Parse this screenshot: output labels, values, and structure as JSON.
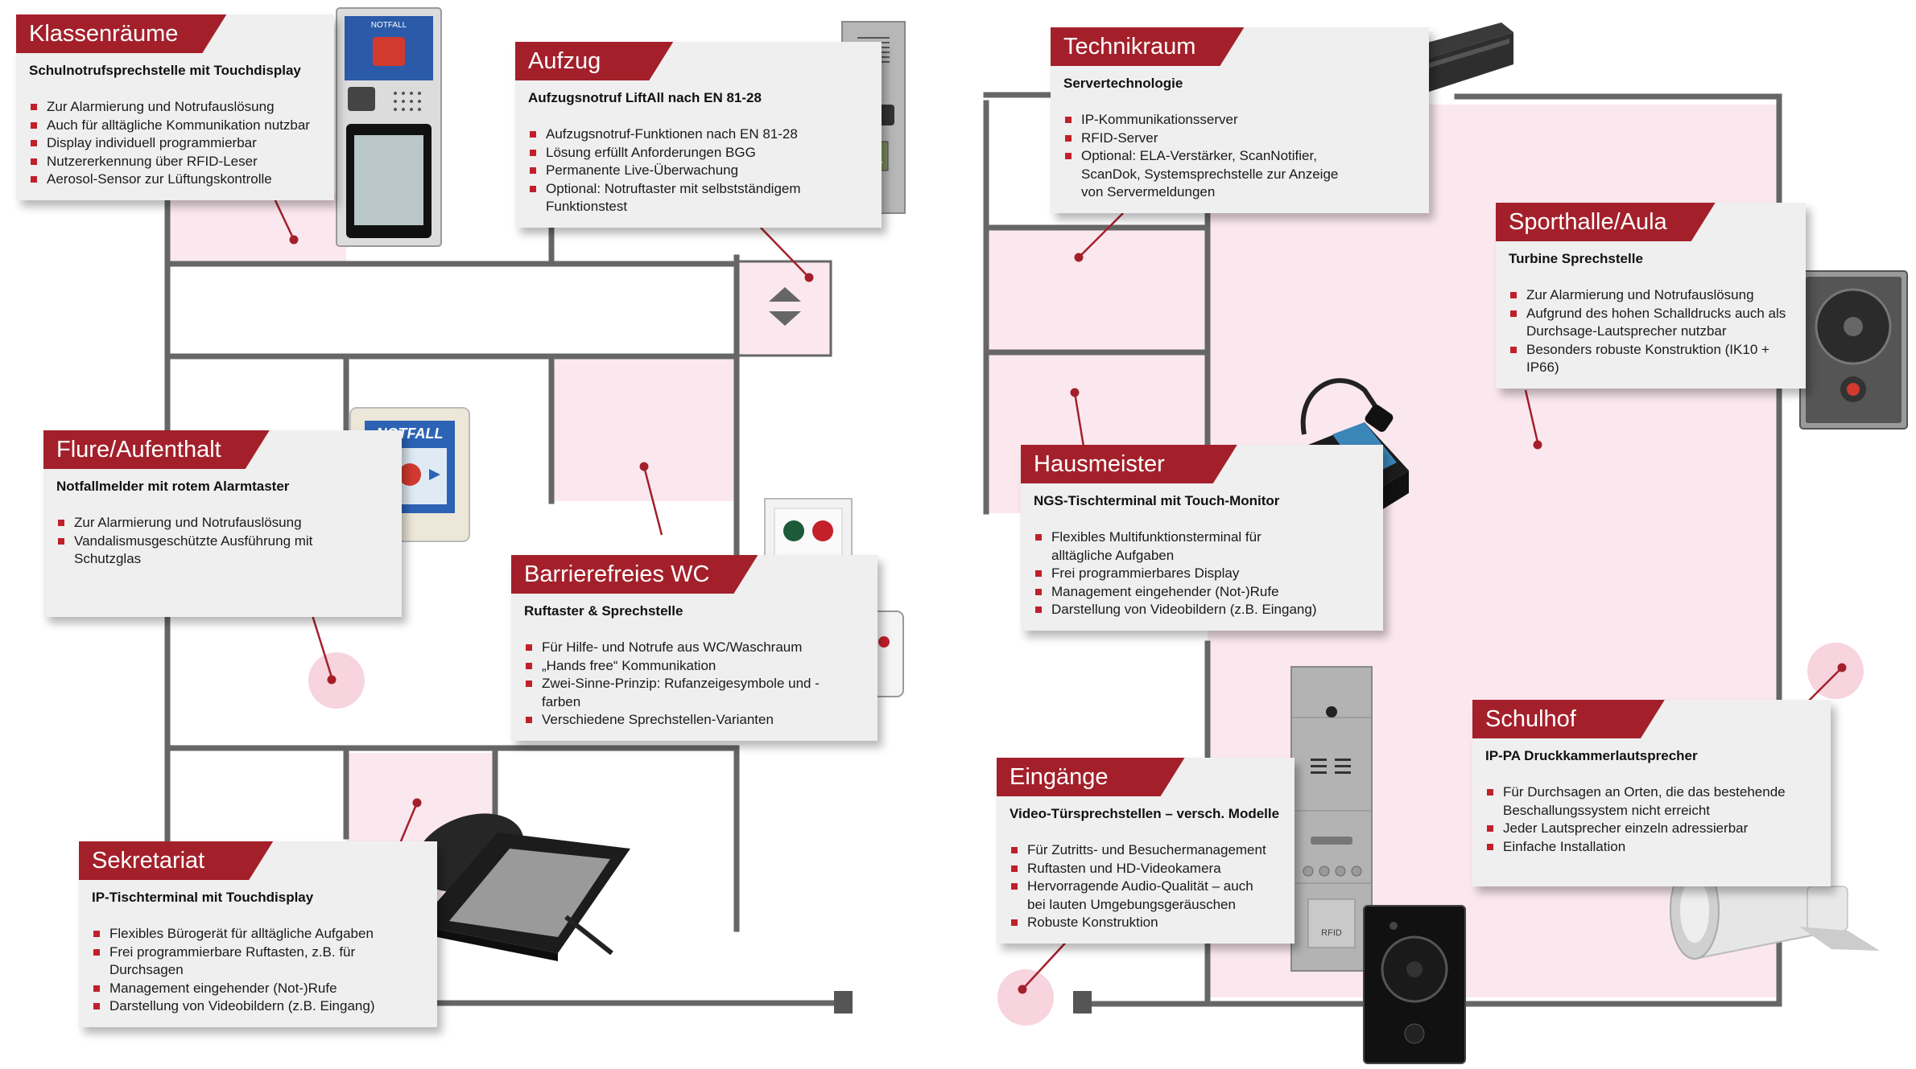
{
  "colors": {
    "accent": "#a3202b",
    "room_fill": "#fbe8ee",
    "wall": "#666666",
    "card_bg": "#efefef"
  },
  "cards": {
    "klassen": {
      "title": "Klassenräume",
      "subtitle": "Schulnotrufsprechstelle mit Touchdisplay",
      "items": [
        "Zur Alarmierung und Notrufauslösung",
        "Auch für alltägliche Kommunikation nutzbar",
        "Display individuell programmierbar",
        "Nutzererkennung über RFID-Leser",
        "Aerosol-Sensor zur Lüftungskontrolle"
      ]
    },
    "aufzug": {
      "title": "Aufzug",
      "subtitle": "Aufzugsnotruf LiftAll nach EN 81-28",
      "items": [
        "Aufzugsnotruf-Funktionen nach EN 81-28",
        "Lösung erfüllt Anforderungen BGG",
        "Permanente Live-Überwachung",
        "Optional: Notruftaster mit selbstständigem Funktionstest"
      ]
    },
    "technik": {
      "title": "Technikraum",
      "subtitle": "Servertechnologie",
      "items": [
        "IP-Kommunikationsserver",
        "RFID-Server",
        "Optional: ELA-Verstärker, ScanNotifier, ScanDok, Systemsprechstelle zur Anzeige von Servermeldungen"
      ]
    },
    "sport": {
      "title": "Sporthalle/Aula",
      "subtitle": "Turbine Sprechstelle",
      "items": [
        "Zur Alarmierung und Notrufauslösung",
        "Aufgrund des hohen Schalldrucks auch als Durchsage-Lautsprecher nutzbar",
        "Besonders robuste Konstruktion (IK10 + IP66)"
      ]
    },
    "flure": {
      "title": "Flure/Aufenthalt",
      "subtitle": "Notfallmelder mit rotem Alarmtaster",
      "items": [
        "Zur Alarmierung und Notrufauslösung",
        "Vandalismusgeschützte Ausführung mit Schutzglas"
      ]
    },
    "wc": {
      "title": "Barrierefreies WC",
      "subtitle": "Ruftaster & Sprechstelle",
      "items": [
        "Für Hilfe- und Notrufe aus WC/Waschraum",
        "„Hands free“ Kommunikation",
        "Zwei-Sinne-Prinzip: Rufanzeigesymbole und -farben",
        "Verschiedene Sprechstellen-Varianten"
      ]
    },
    "haus": {
      "title": "Hausmeister",
      "subtitle": "NGS-Tischterminal mit Touch-Monitor",
      "items": [
        "Flexibles Multifunktionsterminal für alltägliche Aufgaben",
        "Frei programmierbares Display",
        "Management eingehender (Not-)Rufe",
        "Darstellung von Videobildern (z.B. Eingang)"
      ]
    },
    "schulhof": {
      "title": "Schulhof",
      "subtitle": "IP-PA Druckkammerlautsprecher",
      "items": [
        "Für Durchsagen an Orten, die das bestehende Beschallungssystem nicht erreicht",
        "Jeder Lautsprecher einzeln adressierbar",
        "Einfache Installation"
      ]
    },
    "eingang": {
      "title": "Eingänge",
      "subtitle": "Video-Türsprechstellen – versch. Modelle",
      "items": [
        "Für Zutritts- und Besuchermanagement",
        "Ruftasten und HD-Videokamera",
        "Hervorragende Audio-Qualität – auch bei lauten Umgebungsgeräuschen",
        "Robuste Konstruktion"
      ]
    },
    "sekret": {
      "title": "Sekretariat",
      "subtitle": "IP-Tischterminal mit Touchdisplay",
      "items": [
        "Flexibles Bürogerät für alltägliche Aufgaben",
        "Frei programmierbare Ruftasten, z.B. für Durchsagen",
        "Management eingehender (Not-)Rufe",
        "Darstellung von Videobildern (z.B. Eingang)"
      ]
    }
  },
  "devices": {
    "notfall_panel_label": "NOTFALL",
    "notfall_melder_label": "NOTFALL",
    "rfid_label": "RFID"
  }
}
